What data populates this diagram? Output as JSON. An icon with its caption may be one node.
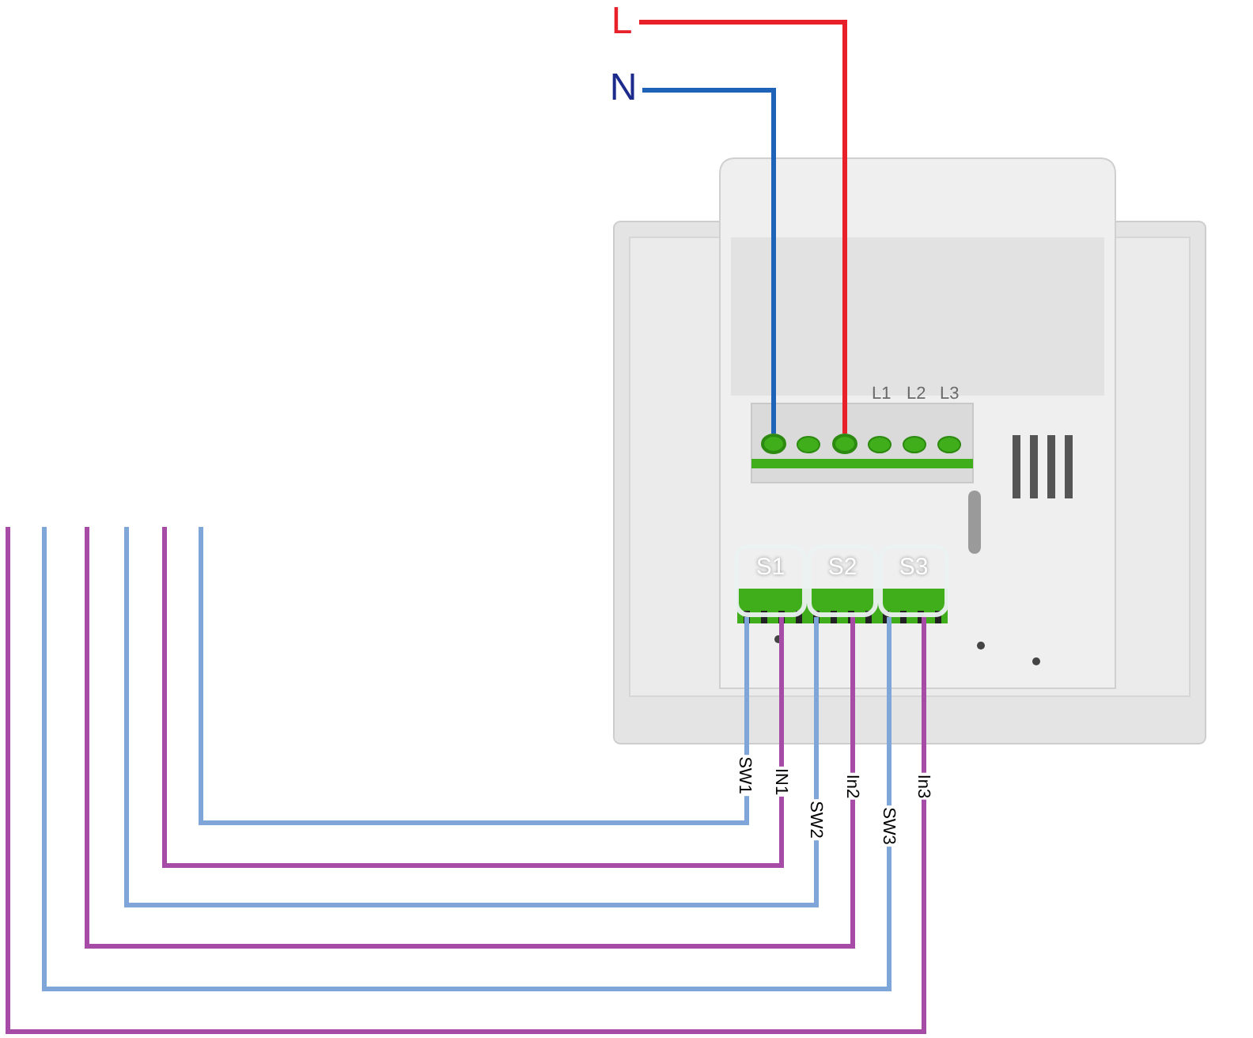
{
  "diagram": {
    "nodes": [
      {
        "text": [
          "L"
        ]
      },
      {
        "text": [
          "N"
        ]
      },
      {
        "text": [],
        "shape": "circle"
      },
      {
        "text": [],
        "shape": "circle"
      },
      {
        "text": [
          "S1"
        ]
      },
      {
        "text": [
          "S2"
        ]
      },
      {
        "text": [
          "S3"
        ]
      }
    ],
    "edges": [
      {
        "from": 0,
        "to": 3,
        "arrow": "none",
        "color": "#e8202a"
      },
      {
        "from": 1,
        "to": 2,
        "arrow": "none",
        "color": "#1f63b8"
      },
      {
        "from": 4,
        "to": null,
        "arrow": "none",
        "label": "SW1",
        "color": "#7ea6d8"
      },
      {
        "from": 4,
        "to": null,
        "arrow": "none",
        "label": "IN1",
        "color": "#a64ca6"
      },
      {
        "from": 5,
        "to": null,
        "arrow": "none",
        "label": "SW2",
        "color": "#7ea6d8"
      },
      {
        "from": 5,
        "to": null,
        "arrow": "none",
        "label": "In2",
        "color": "#a64ca6"
      },
      {
        "from": 6,
        "to": null,
        "arrow": "none",
        "label": "SW3",
        "color": "#7ea6d8"
      },
      {
        "from": 6,
        "to": null,
        "arrow": "none",
        "label": "In3",
        "color": "#a64ca6"
      }
    ],
    "labels": [
      "L1",
      "L2",
      "L3"
    ]
  }
}
